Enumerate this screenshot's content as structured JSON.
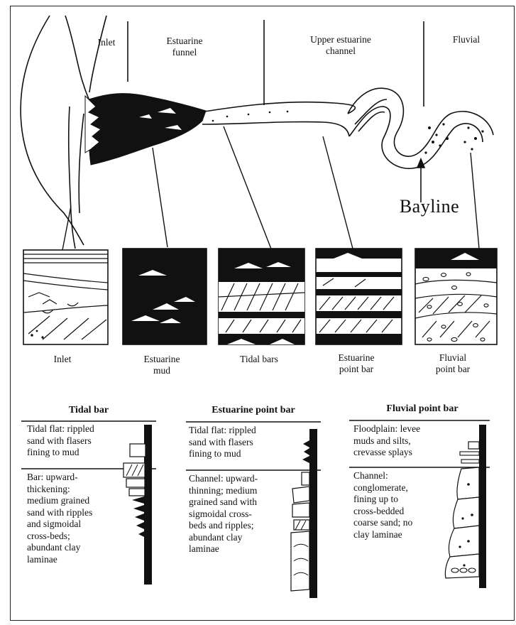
{
  "map": {
    "zones": [
      "Inlet",
      "Estuarine\nfunnel",
      "Upper estuarine\nchannel",
      "Fluvial"
    ],
    "bayline_label": "Bayline"
  },
  "columns": [
    "Inlet",
    "Estuarine\nmud",
    "Tidal bars",
    "Estuarine\npoint bar",
    "Fluvial\npoint bar"
  ],
  "logs": [
    {
      "title": "Tidal bar",
      "upper": "Tidal flat: rippled\nsand with flasers\nfining to mud",
      "lower": "Bar: upward-\nthickening:\nmedium grained\nsand with ripples\nand sigmoidal\ncross-beds;\nabundant clay\nlaminae"
    },
    {
      "title": "Estuarine point bar",
      "upper": "Tidal flat: rippled\nsand with flasers\nfining to mud",
      "lower": "Channel: upward-\nthinning; medium\ngrained sand with\nsigmoidal cross-\nbeds and ripples;\nabundant clay\nlaminae"
    },
    {
      "title": "Fluvial point bar",
      "upper": "Floodplain: levee\nmuds and silts,\ncrevasse splays",
      "lower": "Channel:\nconglomerate,\nfining up to\ncross-bedded\ncoarse sand; no\nclay laminae"
    }
  ]
}
